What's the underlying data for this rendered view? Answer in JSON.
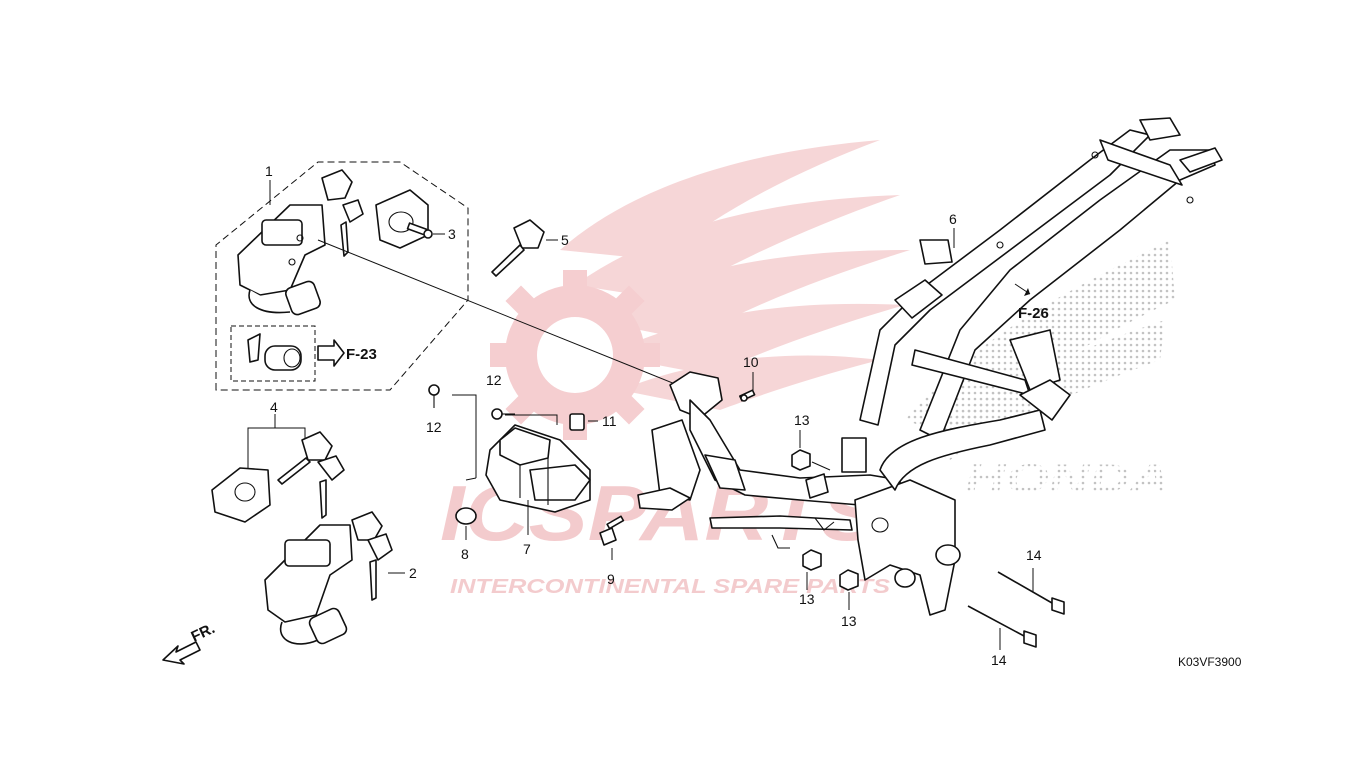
{
  "watermark": {
    "brand": "ICSPARTS",
    "tagline": "INTERCONTINENTAL SPARE PARTS",
    "maker_logo": "HONDA",
    "brand_color": "#d9252a"
  },
  "diagram_code": "K03VF3900",
  "direction_label": "FR.",
  "references": [
    {
      "id": "ref-f23",
      "label": "F-23"
    },
    {
      "id": "ref-f26",
      "label": "F-26"
    }
  ],
  "callouts": {
    "c1": "1",
    "c2": "2",
    "c3": "3",
    "c4": "4",
    "c5": "5",
    "c6": "6",
    "c7": "7",
    "c8": "8",
    "c9": "9",
    "c10": "10",
    "c11": "11",
    "c12a": "12",
    "c12b": "12",
    "c13a": "13",
    "c13b": "13",
    "c13c": "13",
    "c14a": "14",
    "c14b": "14"
  }
}
